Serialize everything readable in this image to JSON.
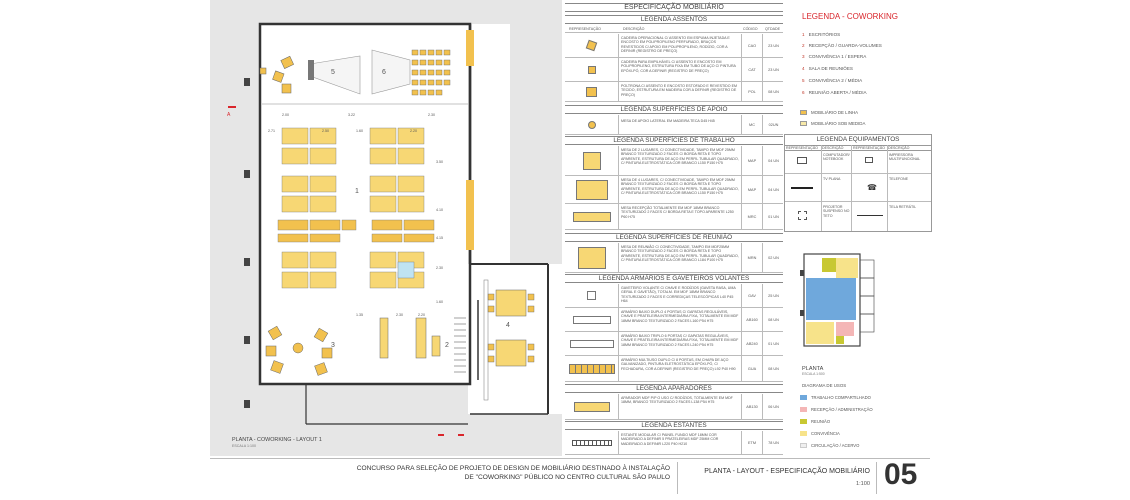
{
  "colors": {
    "furniture_line": "#f2c14e",
    "furniture_custom": "#f7d774",
    "wall": "#333333",
    "grey_area": "#e6e6e6",
    "accent_red": "#d9262c",
    "use_trabalho": "#6fa8dc",
    "use_recepcao": "#f4b6b6",
    "use_reuniao": "#c8c832",
    "use_convivencia": "#f7e38a",
    "use_circulacao": "#efefef"
  },
  "plan": {
    "title": "PLANTA - COWORKING - LAYOUT 1",
    "scale": "ESCALA 1:100",
    "section_marker": "A",
    "rooms": [
      "1",
      "2",
      "3",
      "4",
      "5",
      "6"
    ],
    "dimensions": [
      "2.00",
      "3.22",
      "2.30",
      "2.71",
      "2.50",
      "1.60",
      "2.20",
      "3.50",
      "4.10",
      "4.15",
      "2.30",
      "1.60",
      "2.30",
      "1.35",
      "2.20"
    ]
  },
  "spec": {
    "main_title": "ESPECIFICAÇÃO MOBILIÁRIO",
    "headers": {
      "rep": "REPRESENTAÇÃO",
      "desc": "DESCRIÇÃO",
      "code": "CÓDIGO",
      "qty": "QTDADE"
    },
    "sections": {
      "assentos": "LEGENDA ASSENTOS",
      "apoio": "LEGENDA SUPERFÍCIES DE APOIO",
      "trabalho": "LEGENDA SUPERFÍCIES DE TRABALHO",
      "reuniao": "LEGENDA SUPERFÍCIES DE REUNIÃO",
      "armarios": "LEGENDA ARMÁRIOS E GAVETEIROS VOLANTES",
      "aparadores": "LEGENDA APARADORES",
      "estantes": "LEGENDA ESTANTES"
    },
    "rows": [
      {
        "desc": "CADEIRA OPERACIONAL C/ ASSENTO EM ESPUMA INJETADA E ENCOSTO EM POLIPROPILENO PERFURADO, BRAÇOS REVESTIDOS C/ APOIO EM POLIPROPILENO, RODÍZIO, COR A DEFINIR (REGISTRO DE PREÇO)",
        "code": "CAO",
        "qty": "23 UN"
      },
      {
        "desc": "CADEIRA PARA EMPILHÁVEL C/ ASSENTO E ENCOSTO EM POLIPROPILENO, ESTRUTURA FIXA EM TUBO DE AÇO C/ PINTURA EPÓXI-PÓ, COR A DEFINIR (REGISTRO DE PREÇO)",
        "code": "CAT",
        "qty": "23 UN"
      },
      {
        "desc": "POLTRONA C/ ASSENTO E ENCOSTO ESTOFADO E REVESTIDO EM TECIDO, ESTRUTURA EM MADEIRA COR A DEFINIR (REGISTRO DE PREÇO)",
        "code": "POL",
        "qty": "08 UN"
      },
      {
        "desc": "MESA DE APOIO LATERAL EM MADEIRA TECA D45 H45",
        "code": "MC",
        "qty": "02UN"
      },
      {
        "desc": "MESA DE 2 LUGARES, C/ CONECTIVIDADE, TAMPO EM MDF 25MM BRANCO TEXTURIZADO 2 FACES C/ BORDA RETA E TOPO APARENTE, ESTRUTURA DE AÇO EM PERFIL TUBULAR QUADRADO, C/ PINTURA ELETROSTÁTICA COR BRANCO L150 P150 H75",
        "code": "MAP",
        "qty": "04 UN"
      },
      {
        "desc": "MESA DE 4 LUGARES, C/ CONECTIVIDADE, TAMPO EM MDF 25MM BRANCO TEXTURIZADO 2 FACES C/ BORDA RETA E TOPO APARENTE, ESTRUTURA DE AÇO EM PERFIL TUBULAR QUADRADO, C/ PINTURA ELETROSTÁTICA COR BRANCO L150 P150 H75",
        "code": "MAP",
        "qty": "04 UN"
      },
      {
        "desc": "MESA RECEPÇÃO TOTALMENTE EM MDF 18MM BRANCO TEXTURIZADO 2 FACES C/ BORDA RETA E TOPO APARENTE L250 P60 H75",
        "code": "MRC",
        "qty": "01 UN"
      },
      {
        "desc": "MESA DE REUNIÃO C/ CONECTIVIDADE, TAMPO EM MDF25MM BRANCO TEXTURIZADO 2 FACES C/ BORDA RETA E TOPO APARENTE, ESTRUTURA DE AÇO EM PERFIL TUBULAR QUADRADO, C/ PINTURA ELETROSTÁTICA COR BRANCO L184 P100 H75",
        "code": "MRN",
        "qty": "02 UN"
      },
      {
        "desc": "GAVETEIRO VOLANTE C/ CHAVE E RODÍZIOS (GAVETA RASA, UMA GERAL E GAVETÃO), TOTALM. EM MDF 18MM BRANCO TEXTURIZADO 2 FACES E CORREDIÇAS TELESCÓPICAS L40 P45 H64",
        "code": "GAV",
        "qty": "25 UN"
      },
      {
        "desc": "ARMÁRIO BAIXO DUPLO 4 PORTAS C/ GAPATAS REGULÁVEIS, CHAVE E PRATELEIRA INTERMEDIÁRIA FIXA, TOTALMENTE EM MDF 18MM BRANCO TEXTURIZADO 2 FACES L160 P54 H75",
        "code": "AB160",
        "qty": "08 UN"
      },
      {
        "desc": "ARMÁRIO BAIXO TRIPLO 6 PORTAS C/ GAPATAS REGULÁVEIS, CHAVE E PRATELEIRA INTERMEDIÁRIA FIXA, TOTALMENTE EM MDF 18MM BRANCO TEXTURIZADO 2 FACES L240 P54 H75",
        "code": "AB240",
        "qty": "01 UN"
      },
      {
        "desc": "ARMÁRIO MULTIUSO DUPLO C/ 8 PORTAS, EM CHAPA DE AÇO GALVANIZADO, PINTURA ELETROSTÁTICA EPÓXI-PÓ, C/ FECHADURA, COR A DEFINIR (REGISTRO DE PREÇO) L92 P40 H90",
        "code": "GUA",
        "qty": "08 UN"
      },
      {
        "desc": "APARADOR MDF P/P O USO C/ RODÍZIOS, TOTALMENTE EM MDF 18MM, BRANCO TEXTURIZADO 2 FACES L138 P54 H75",
        "code": "AB130",
        "qty": "06 UN"
      },
      {
        "desc": "ESTANTE MODULAR C/ PAINEL FUNDO MDF 18MM COR MADEIRADO A DEFINIR 5 PRATELEIRAS MDF 25MM COR MADEIRADO A DEFINIR L220 P40 H210",
        "code": "ETM",
        "qty": "78 UN"
      }
    ]
  },
  "legend_cow": {
    "title": "LEGENDA - COWORKING",
    "items": [
      {
        "n": "1",
        "label": "ESCRITÓRIOS"
      },
      {
        "n": "2",
        "label": "RECEPÇÃO / GUARDA-VOLUMES"
      },
      {
        "n": "3",
        "label": "CONVIVÊNCIA 1 / ESPERA"
      },
      {
        "n": "4",
        "label": "SALA DE REUNIÕES"
      },
      {
        "n": "5",
        "label": "CONVIVÊNCIA 2 / MÉDIA"
      },
      {
        "n": "6",
        "label": "REUNIÃO ABERTA / MÉDIA"
      }
    ],
    "swatch_line": "MOBILIÁRIO DE LINHA",
    "swatch_custom": "MOBILIÁRIO SOB MEDIDA"
  },
  "equip": {
    "title": "LEGENDA EQUIPAMENTOS",
    "headers": [
      "REPRESENTAÇÃO",
      "DESCRIÇÃO",
      "REPRESENTAÇÃO",
      "DESCRIÇÃO"
    ],
    "items": [
      "COMPUTADOR/ NOTEBOOK",
      "IMPRESSORA MULTIFUNCIONAL",
      "TV PLANA",
      "TELEFONE",
      "PROJETOR SUSPENSO NO TETO",
      "TELA RETRÁTIL"
    ]
  },
  "keyplan": {
    "title": "PLANTA",
    "scale": "ESCALA 1:500",
    "uses_title": "DIAGRAMA DE USOS",
    "uses": [
      {
        "label": "TRABALHO COMPARTILHADO"
      },
      {
        "label": "RECEPÇÃO / ADMINISTRAÇÃO"
      },
      {
        "label": "REUNIÃO"
      },
      {
        "label": "CONVIVÊNCIA"
      },
      {
        "label": "CIRCULAÇÃO / ACERVO"
      }
    ]
  },
  "footer": {
    "contest_line1": "CONCURSO PARA SELEÇÃO DE PROJETO DE DESIGN DE MOBILIÁRIO DESTINADO À INSTALAÇÃO",
    "contest_line2": "DE \"COWORKING\" PÚBLICO NO CENTRO CULTURAL SÃO PAULO",
    "sheet_title": "PLANTA - LAYOUT - ESPECIFICAÇÃO MOBILIÁRIO",
    "sheet_scale": "1:100",
    "sheet_number": "05"
  }
}
